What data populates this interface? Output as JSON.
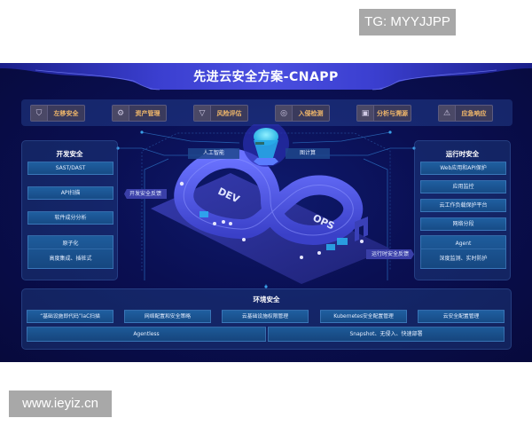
{
  "watermarks": {
    "top": "TG: MYYJJPP",
    "bottom": "www.ieyiz.cn"
  },
  "diagram": {
    "title": "先进云安全方案-CNAPP",
    "colors": {
      "background": "#0a0f52",
      "title_band": "#3b3fd0",
      "tool_label": "#f3b96a",
      "item_fill": "#1f5fa0",
      "infinity_loop": "#4b52d8",
      "core_glow": "#3ad1f5"
    },
    "top_tools": [
      {
        "icon": "shield-icon",
        "label": "左移安全"
      },
      {
        "icon": "gear-icon",
        "label": "资产管理"
      },
      {
        "icon": "risk-icon",
        "label": "风险评估"
      },
      {
        "icon": "radar-icon",
        "label": "入侵检测"
      },
      {
        "icon": "monitor-icon",
        "label": "分析与溯源"
      },
      {
        "icon": "alarm-icon",
        "label": "应急响应"
      }
    ],
    "left_panel": {
      "title": "开发安全",
      "items": [
        "SAST/DAST",
        "API扫描",
        "软件成分分析"
      ],
      "group": {
        "top": "原子化",
        "bottom": "高度集成、插桩式"
      }
    },
    "right_panel": {
      "title": "运行时安全",
      "items": [
        "Web应用和API保护",
        "应用监控",
        "云工作负载保护平台",
        "网络分段"
      ],
      "group": {
        "top": "Agent",
        "bottom": "深度监测、实时防护"
      }
    },
    "center": {
      "tags": [
        "人工智能",
        "图计算"
      ],
      "loop_labels": {
        "dev": "DEV",
        "ops": "OPS"
      },
      "feedback_left": "开发安全反馈",
      "feedback_right": "运行时安全反馈"
    },
    "env_panel": {
      "title": "环境安全",
      "cells": [
        "“基础设施即代码”IaC扫描",
        "网络配置和安全策略",
        "云基础设施权限管理",
        "Kubernetes安全配置管理",
        "云安全配置管理"
      ],
      "wide_left": "Agentless",
      "wide_right": "Snapshot、无侵入、快速部署"
    }
  }
}
